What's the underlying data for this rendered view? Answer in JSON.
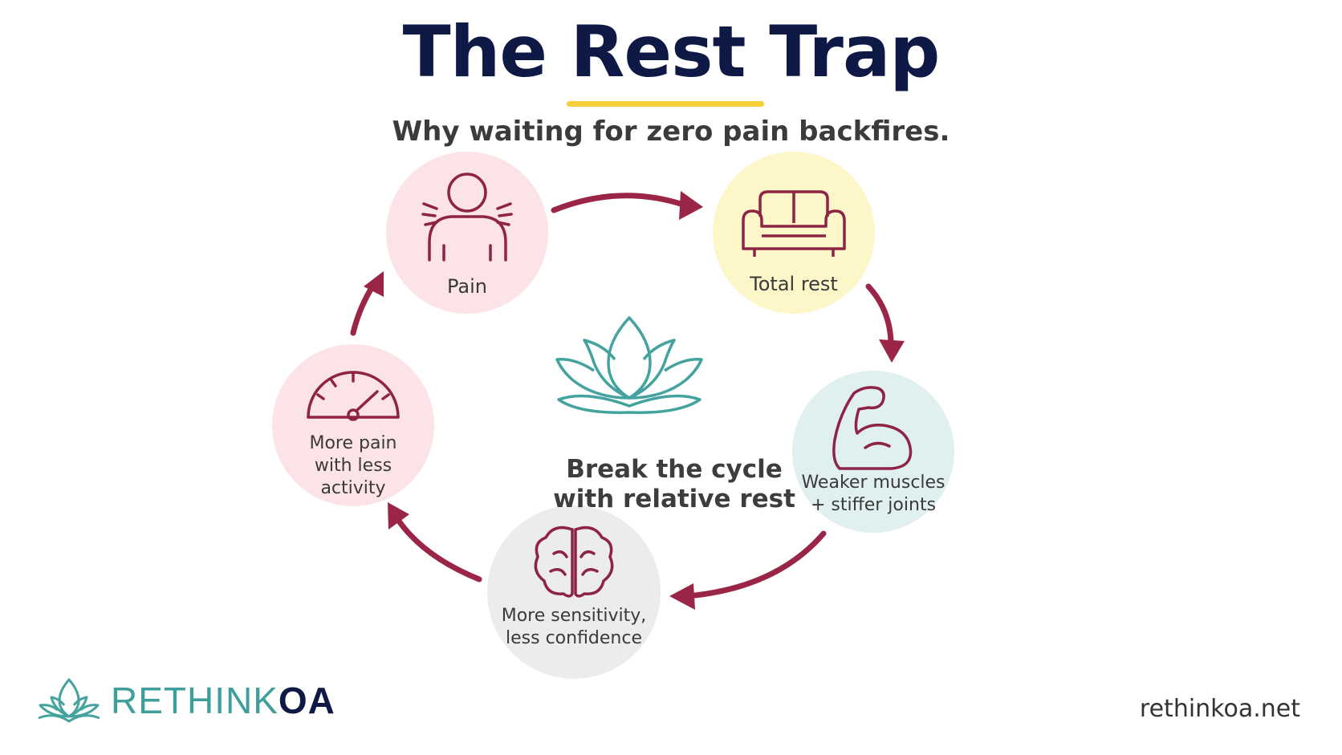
{
  "title": "The Rest Trap",
  "subtitle": "Why waiting for zero pain backfires.",
  "center": {
    "text": "Break the cycle\nwith relative rest",
    "icon": "lotus-icon"
  },
  "cycle": [
    {
      "label": "Pain",
      "icon": "person-in-pain-icon"
    },
    {
      "label": "Total rest",
      "icon": "sofa-icon"
    },
    {
      "label": "Weaker muscles\n+ stiffer joints",
      "icon": "flexed-arm-icon"
    },
    {
      "label": "More sensitivity,\nless confidence",
      "icon": "brain-icon"
    },
    {
      "label": "More pain\nwith less activity",
      "icon": "speedometer-icon"
    }
  ],
  "brand": {
    "part1": "RETHINK",
    "part2": "OA"
  },
  "url": "rethinkoa.net",
  "colors": {
    "title": "#0e1a45",
    "accent_underline": "#f5cf3a",
    "arrow": "#9a2547",
    "icon_stroke": "#8e2345",
    "pain_bg": "#fbe3e7",
    "rest_bg": "#fdf6c9",
    "muscles_bg": "#dff0ee",
    "sensitivity_bg": "#ececec",
    "morepain_bg": "#fce3e8",
    "lotus": "#44a39f"
  }
}
